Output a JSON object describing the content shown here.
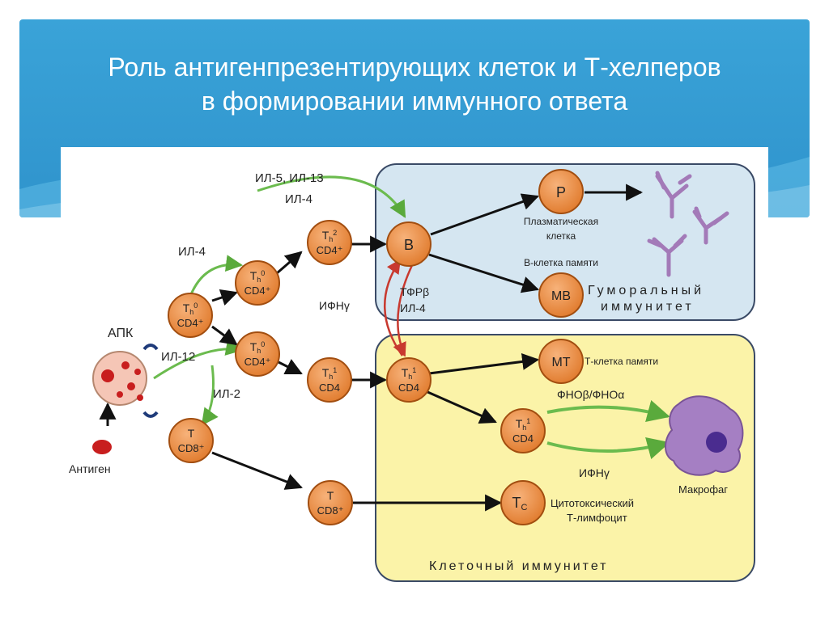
{
  "slide": {
    "title_line1": "Роль антигенпрезентирующих клеток и Т-хелперов",
    "title_line2": "в формировании иммунного ответа"
  },
  "colors": {
    "header": "#3aa3d8",
    "cell_fill": "#f08c3e",
    "humoral_panel": "#d5e6f1",
    "cellular_panel": "#fbf3a8",
    "green_arrow": "#6bbb4e",
    "red_arrow": "#c8392f",
    "antibody": "#a37ab8",
    "macrophage": "#a57fc3"
  },
  "diagram": {
    "apk_label": "АПК",
    "antigen_label": "Антиген",
    "cells": {
      "th0_a_main": "T",
      "th0_a_sub": "h",
      "th0_a_sup": "0",
      "th0_a_line2": "CD4⁺",
      "th0_b_main": "T",
      "th0_b_sub": "h",
      "th0_b_sup": "0",
      "th0_b_line2": "CD4⁺",
      "th0_c_main": "T",
      "th0_c_sub": "h",
      "th0_c_sup": "0",
      "th0_c_line2": "CD4⁺",
      "tcd8_a_line1": "T",
      "tcd8_a_line2": "CD8⁺",
      "th2_main": "T",
      "th2_sub": "h",
      "th2_sup": "2",
      "th2_line2": "CD4⁺",
      "th1_a_main": "T",
      "th1_a_sub": "h",
      "th1_a_sup": "1",
      "th1_a_line2": "CD4",
      "tcd8_b_line1": "T",
      "tcd8_b_line2": "CD8⁺",
      "b": "B",
      "th1_b_main": "T",
      "th1_b_sub": "h",
      "th1_b_sup": "1",
      "th1_b_line2": "CD4",
      "p": "P",
      "mb": "MB",
      "mt": "MT",
      "th1_c_main": "T",
      "th1_c_sub": "h",
      "th1_c_sup": "1",
      "th1_c_line2": "CD4",
      "tc_main": "T",
      "tc_sub": "C"
    },
    "labels": {
      "il5_il13": "ИЛ-5, ИЛ-13",
      "il4_top": "ИЛ-4",
      "il4_left": "ИЛ-4",
      "il12": "ИЛ-12",
      "il2": "ИЛ-2",
      "ifn_left": "ИФНγ",
      "tgf": "ТФРβ",
      "il4_mid": "ИЛ-4",
      "plasma_line1": "Плазматическая",
      "plasma_line2": "клетка",
      "memory_b": "В-клетка памяти",
      "memory_t": "Т-клетка памяти",
      "tnf": "ФНОβ/ФНОα",
      "ifn_right": "ИФНγ",
      "macrophage": "Макрофаг",
      "ctl_line1": "Цитотоксический",
      "ctl_line2": "Т-лимфоцит",
      "humoral_line1": "Гуморальный",
      "humoral_line2": "иммунитет",
      "cellular": "Клеточный иммунитет"
    }
  }
}
